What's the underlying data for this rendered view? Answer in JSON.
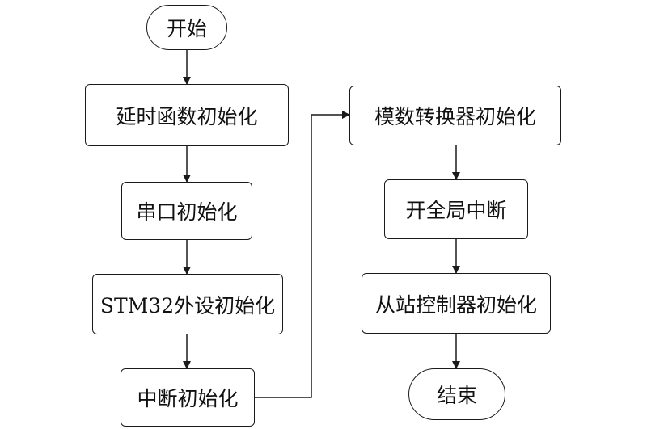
{
  "flowchart": {
    "nodes": [
      {
        "id": "start",
        "label": "开始",
        "shape": "terminal"
      },
      {
        "id": "delay-init",
        "label": "延时函数初始化",
        "shape": "process"
      },
      {
        "id": "uart-init",
        "label": "串口初始化",
        "shape": "process"
      },
      {
        "id": "stm32-peripheral-init",
        "label": "STM32外设初始化",
        "shape": "process"
      },
      {
        "id": "interrupt-init",
        "label": "中断初始化",
        "shape": "process"
      },
      {
        "id": "adc-init",
        "label": "模数转换器初始化",
        "shape": "process"
      },
      {
        "id": "global-interrupt-enable",
        "label": "开全局中断",
        "shape": "process"
      },
      {
        "id": "slave-controller-init",
        "label": "从站控制器初始化",
        "shape": "process"
      },
      {
        "id": "end",
        "label": "结束",
        "shape": "terminal"
      }
    ],
    "edges": [
      {
        "from": "start",
        "to": "delay-init"
      },
      {
        "from": "delay-init",
        "to": "uart-init"
      },
      {
        "from": "uart-init",
        "to": "stm32-peripheral-init"
      },
      {
        "from": "stm32-peripheral-init",
        "to": "interrupt-init"
      },
      {
        "from": "interrupt-init",
        "to": "adc-init"
      },
      {
        "from": "adc-init",
        "to": "global-interrupt-enable"
      },
      {
        "from": "global-interrupt-enable",
        "to": "slave-controller-init"
      },
      {
        "from": "slave-controller-init",
        "to": "end"
      }
    ]
  },
  "colors": {
    "stroke": "#1a1a1a",
    "text": "#111111",
    "background": "#ffffff"
  }
}
